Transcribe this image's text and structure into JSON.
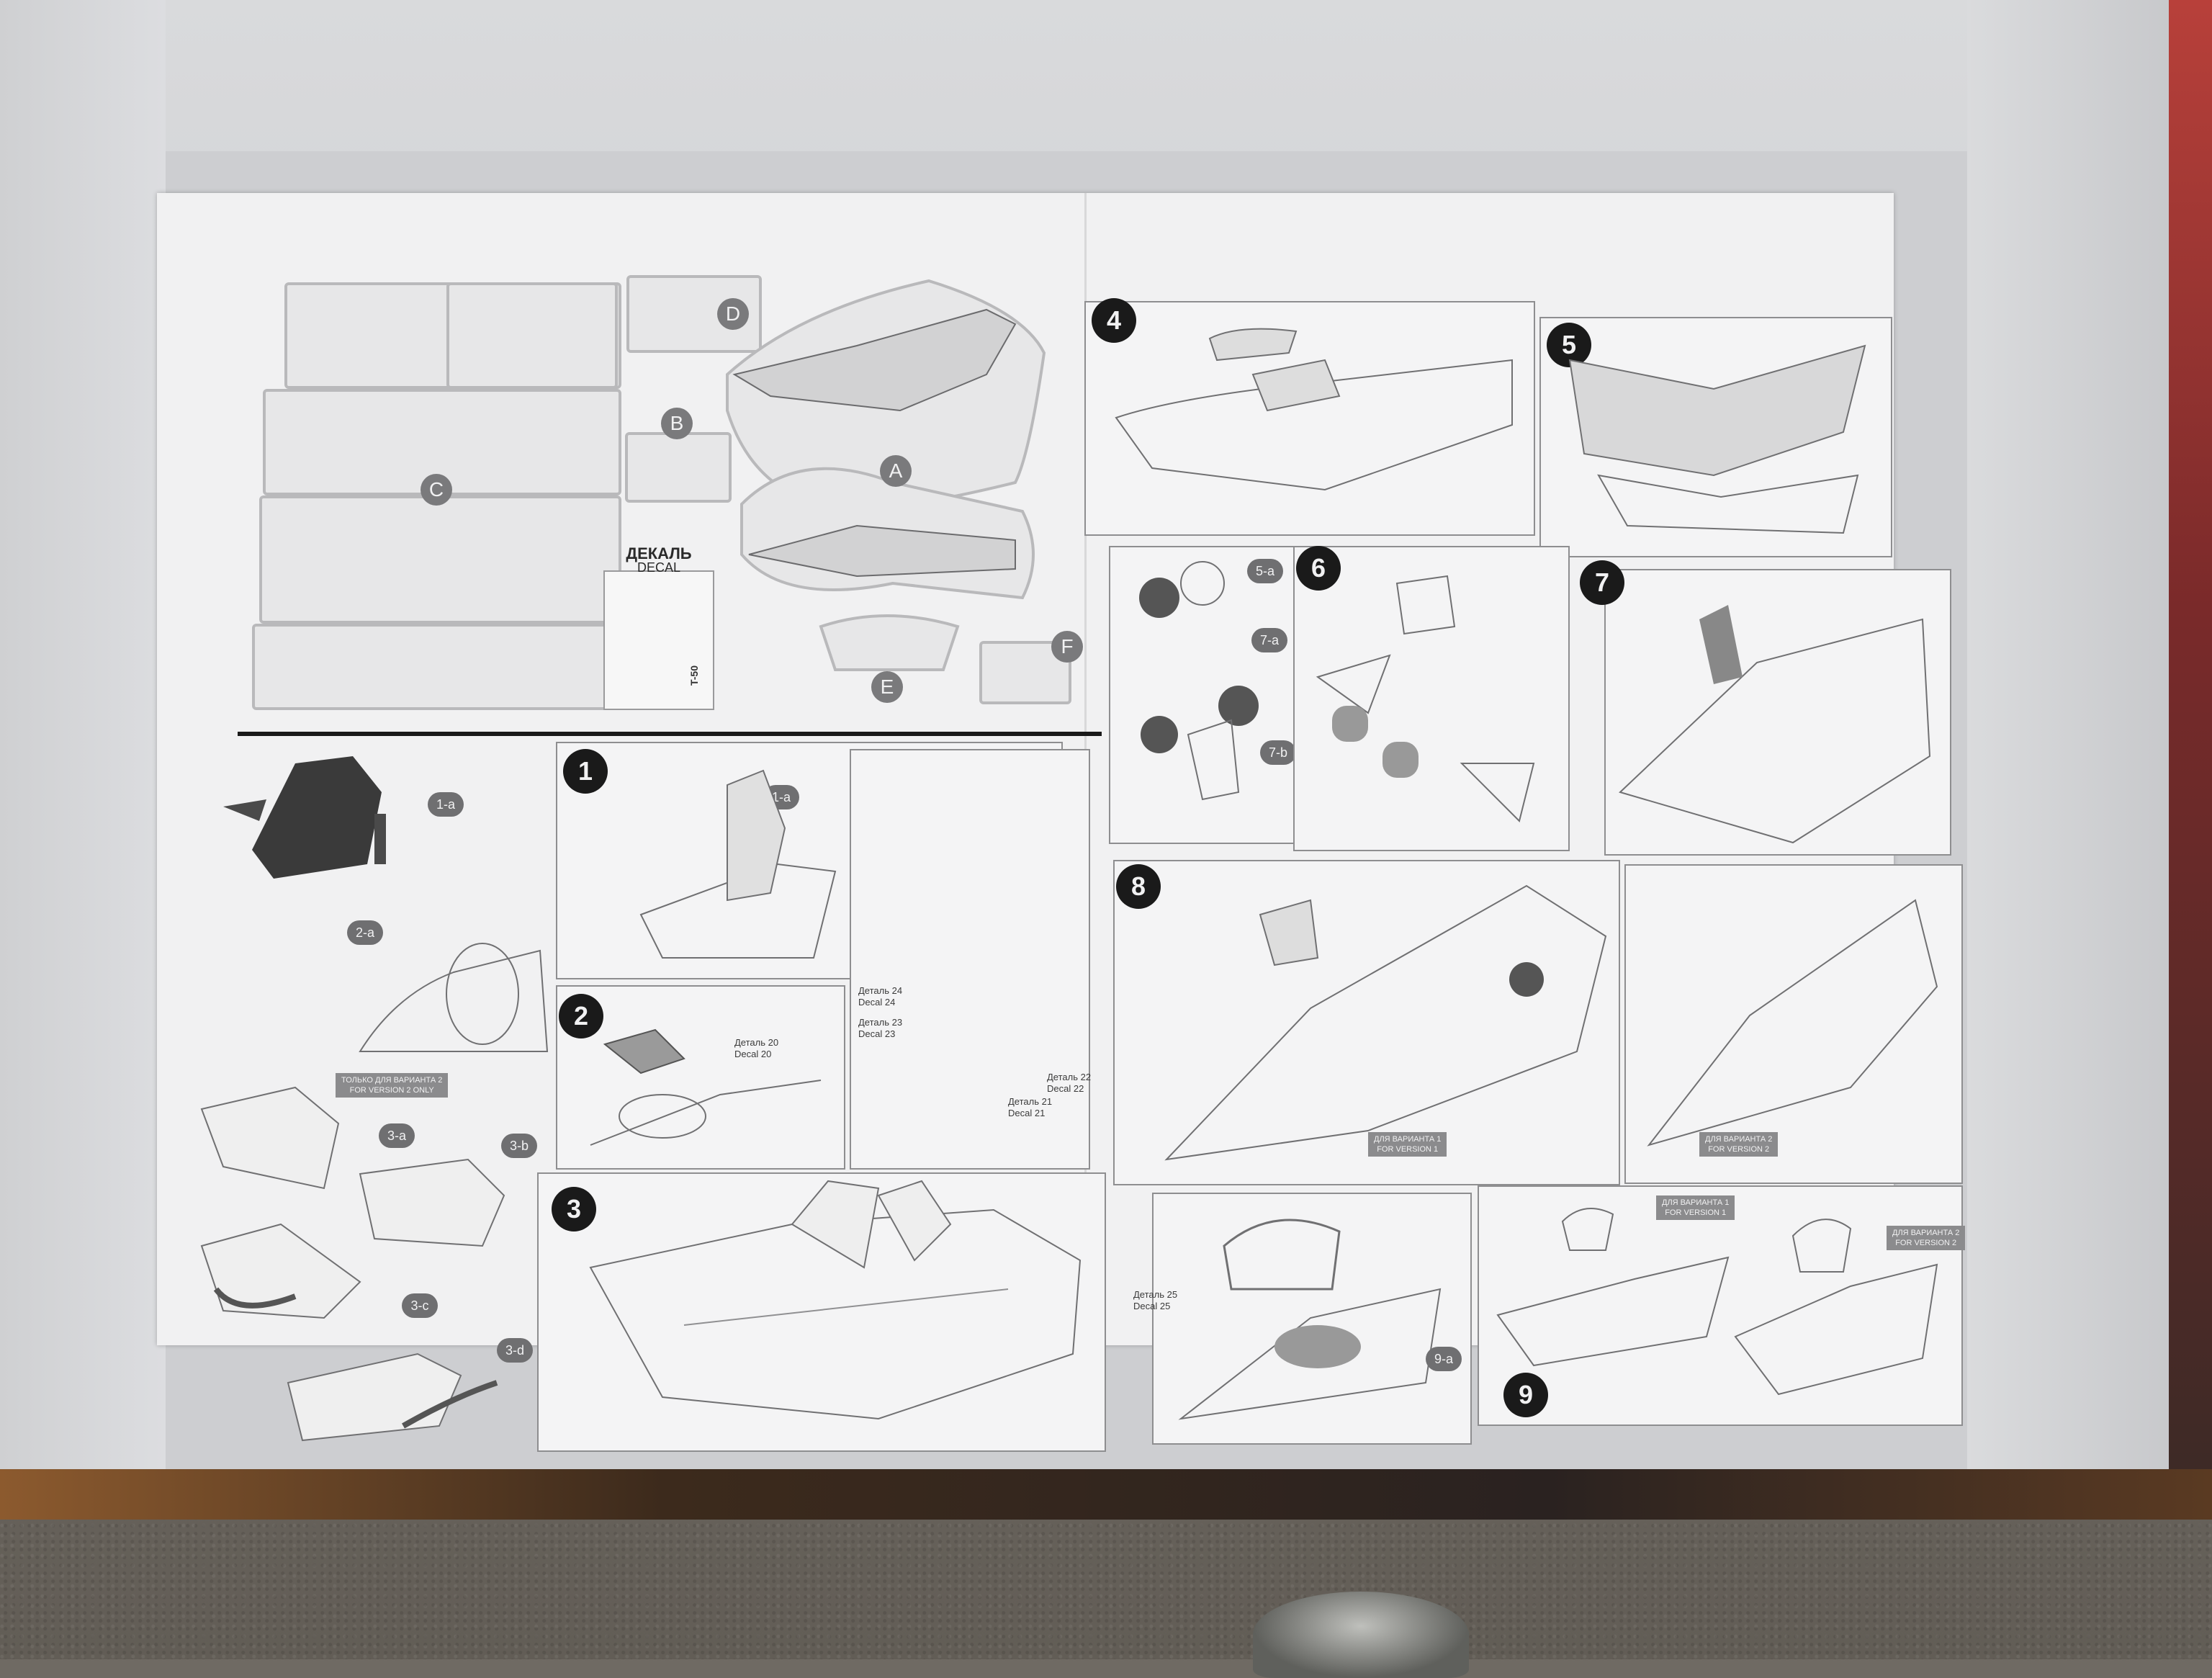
{
  "sprue_letters": [
    "A",
    "B",
    "C",
    "D",
    "E",
    "F"
  ],
  "decal": {
    "title_ru": "ДЕКАЛЬ",
    "title_en": "DECAL",
    "model_mark": "T-50"
  },
  "steps": {
    "s1": "1",
    "s2": "2",
    "s3": "3",
    "s4": "4",
    "s5": "5",
    "s6": "6",
    "s7": "7",
    "s8": "8",
    "s9": "9"
  },
  "sub_steps": {
    "1a": "1-a",
    "2a": "2-a",
    "3a": "3-a",
    "3b": "3-b",
    "3c": "3-c",
    "3d": "3-d",
    "5a": "5-a",
    "6a": "7-a",
    "7b": "7-b",
    "9a": "9-a"
  },
  "tags": {
    "v2_only": "ТОЛЬКО ДЛЯ ВАРИАНТА 2\nFOR VERSION 2 ONLY",
    "v1_ru": "ДЛЯ ВАРИАНТА 1\nFOR VERSION 1",
    "v2_ru": "ДЛЯ ВАРИАНТА 2\nFOR VERSION 2"
  },
  "captions": {
    "decal20": "Деталь 20\nDecal 20",
    "decal24": "Деталь 24\nDecal 24",
    "decal23": "Деталь 23\nDecal 23",
    "decal21": "Деталь 21\nDecal 21",
    "decal22": "Деталь 22\nDecal 22",
    "decal25": "Деталь 25\nDecal 25"
  }
}
